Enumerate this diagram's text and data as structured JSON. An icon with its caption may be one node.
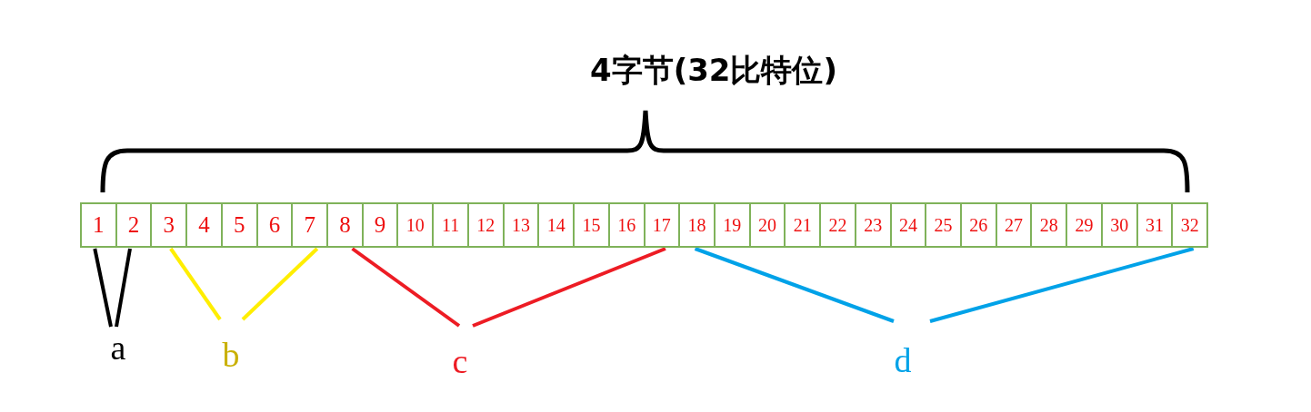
{
  "diagram": {
    "title": "4字节(32比特位)",
    "nodes": [
      {
        "text": [
          "1"
        ]
      },
      {
        "text": [
          "2"
        ]
      },
      {
        "text": [
          "3"
        ]
      },
      {
        "text": [
          "4"
        ]
      },
      {
        "text": [
          "5"
        ]
      },
      {
        "text": [
          "6"
        ]
      },
      {
        "text": [
          "7"
        ]
      },
      {
        "text": [
          "8"
        ]
      },
      {
        "text": [
          "9"
        ]
      },
      {
        "text": [
          "10"
        ]
      },
      {
        "text": [
          "11"
        ]
      },
      {
        "text": [
          "12"
        ]
      },
      {
        "text": [
          "13"
        ]
      },
      {
        "text": [
          "14"
        ]
      },
      {
        "text": [
          "15"
        ]
      },
      {
        "text": [
          "16"
        ]
      },
      {
        "text": [
          "17"
        ]
      },
      {
        "text": [
          "18"
        ]
      },
      {
        "text": [
          "19"
        ]
      },
      {
        "text": [
          "20"
        ]
      },
      {
        "text": [
          "21"
        ]
      },
      {
        "text": [
          "22"
        ]
      },
      {
        "text": [
          "23"
        ]
      },
      {
        "text": [
          "24"
        ]
      },
      {
        "text": [
          "25"
        ]
      },
      {
        "text": [
          "26"
        ]
      },
      {
        "text": [
          "27"
        ]
      },
      {
        "text": [
          "28"
        ]
      },
      {
        "text": [
          "29"
        ]
      },
      {
        "text": [
          "30"
        ]
      },
      {
        "text": [
          "31"
        ]
      },
      {
        "text": [
          "32"
        ]
      },
      {
        "text": [
          "a"
        ]
      },
      {
        "text": [
          "b"
        ]
      },
      {
        "text": [
          "c"
        ]
      },
      {
        "text": [
          "d"
        ]
      }
    ],
    "edges": [
      {
        "from": 0,
        "to": 32,
        "arrow": "none",
        "color": "#000000"
      },
      {
        "from": 1,
        "to": 32,
        "arrow": "none",
        "color": "#000000"
      },
      {
        "from": 2,
        "to": 33,
        "arrow": "none",
        "color": "#ffee00"
      },
      {
        "from": 6,
        "to": 33,
        "arrow": "none",
        "color": "#ffee00"
      },
      {
        "from": 7,
        "to": 34,
        "arrow": "none",
        "color": "#ed1c24"
      },
      {
        "from": 16,
        "to": 34,
        "arrow": "none",
        "color": "#ed1c24"
      },
      {
        "from": 17,
        "to": 35,
        "arrow": "none",
        "color": "#00a2e8"
      },
      {
        "from": 31,
        "to": 35,
        "arrow": "none",
        "color": "#00a2e8"
      }
    ]
  }
}
